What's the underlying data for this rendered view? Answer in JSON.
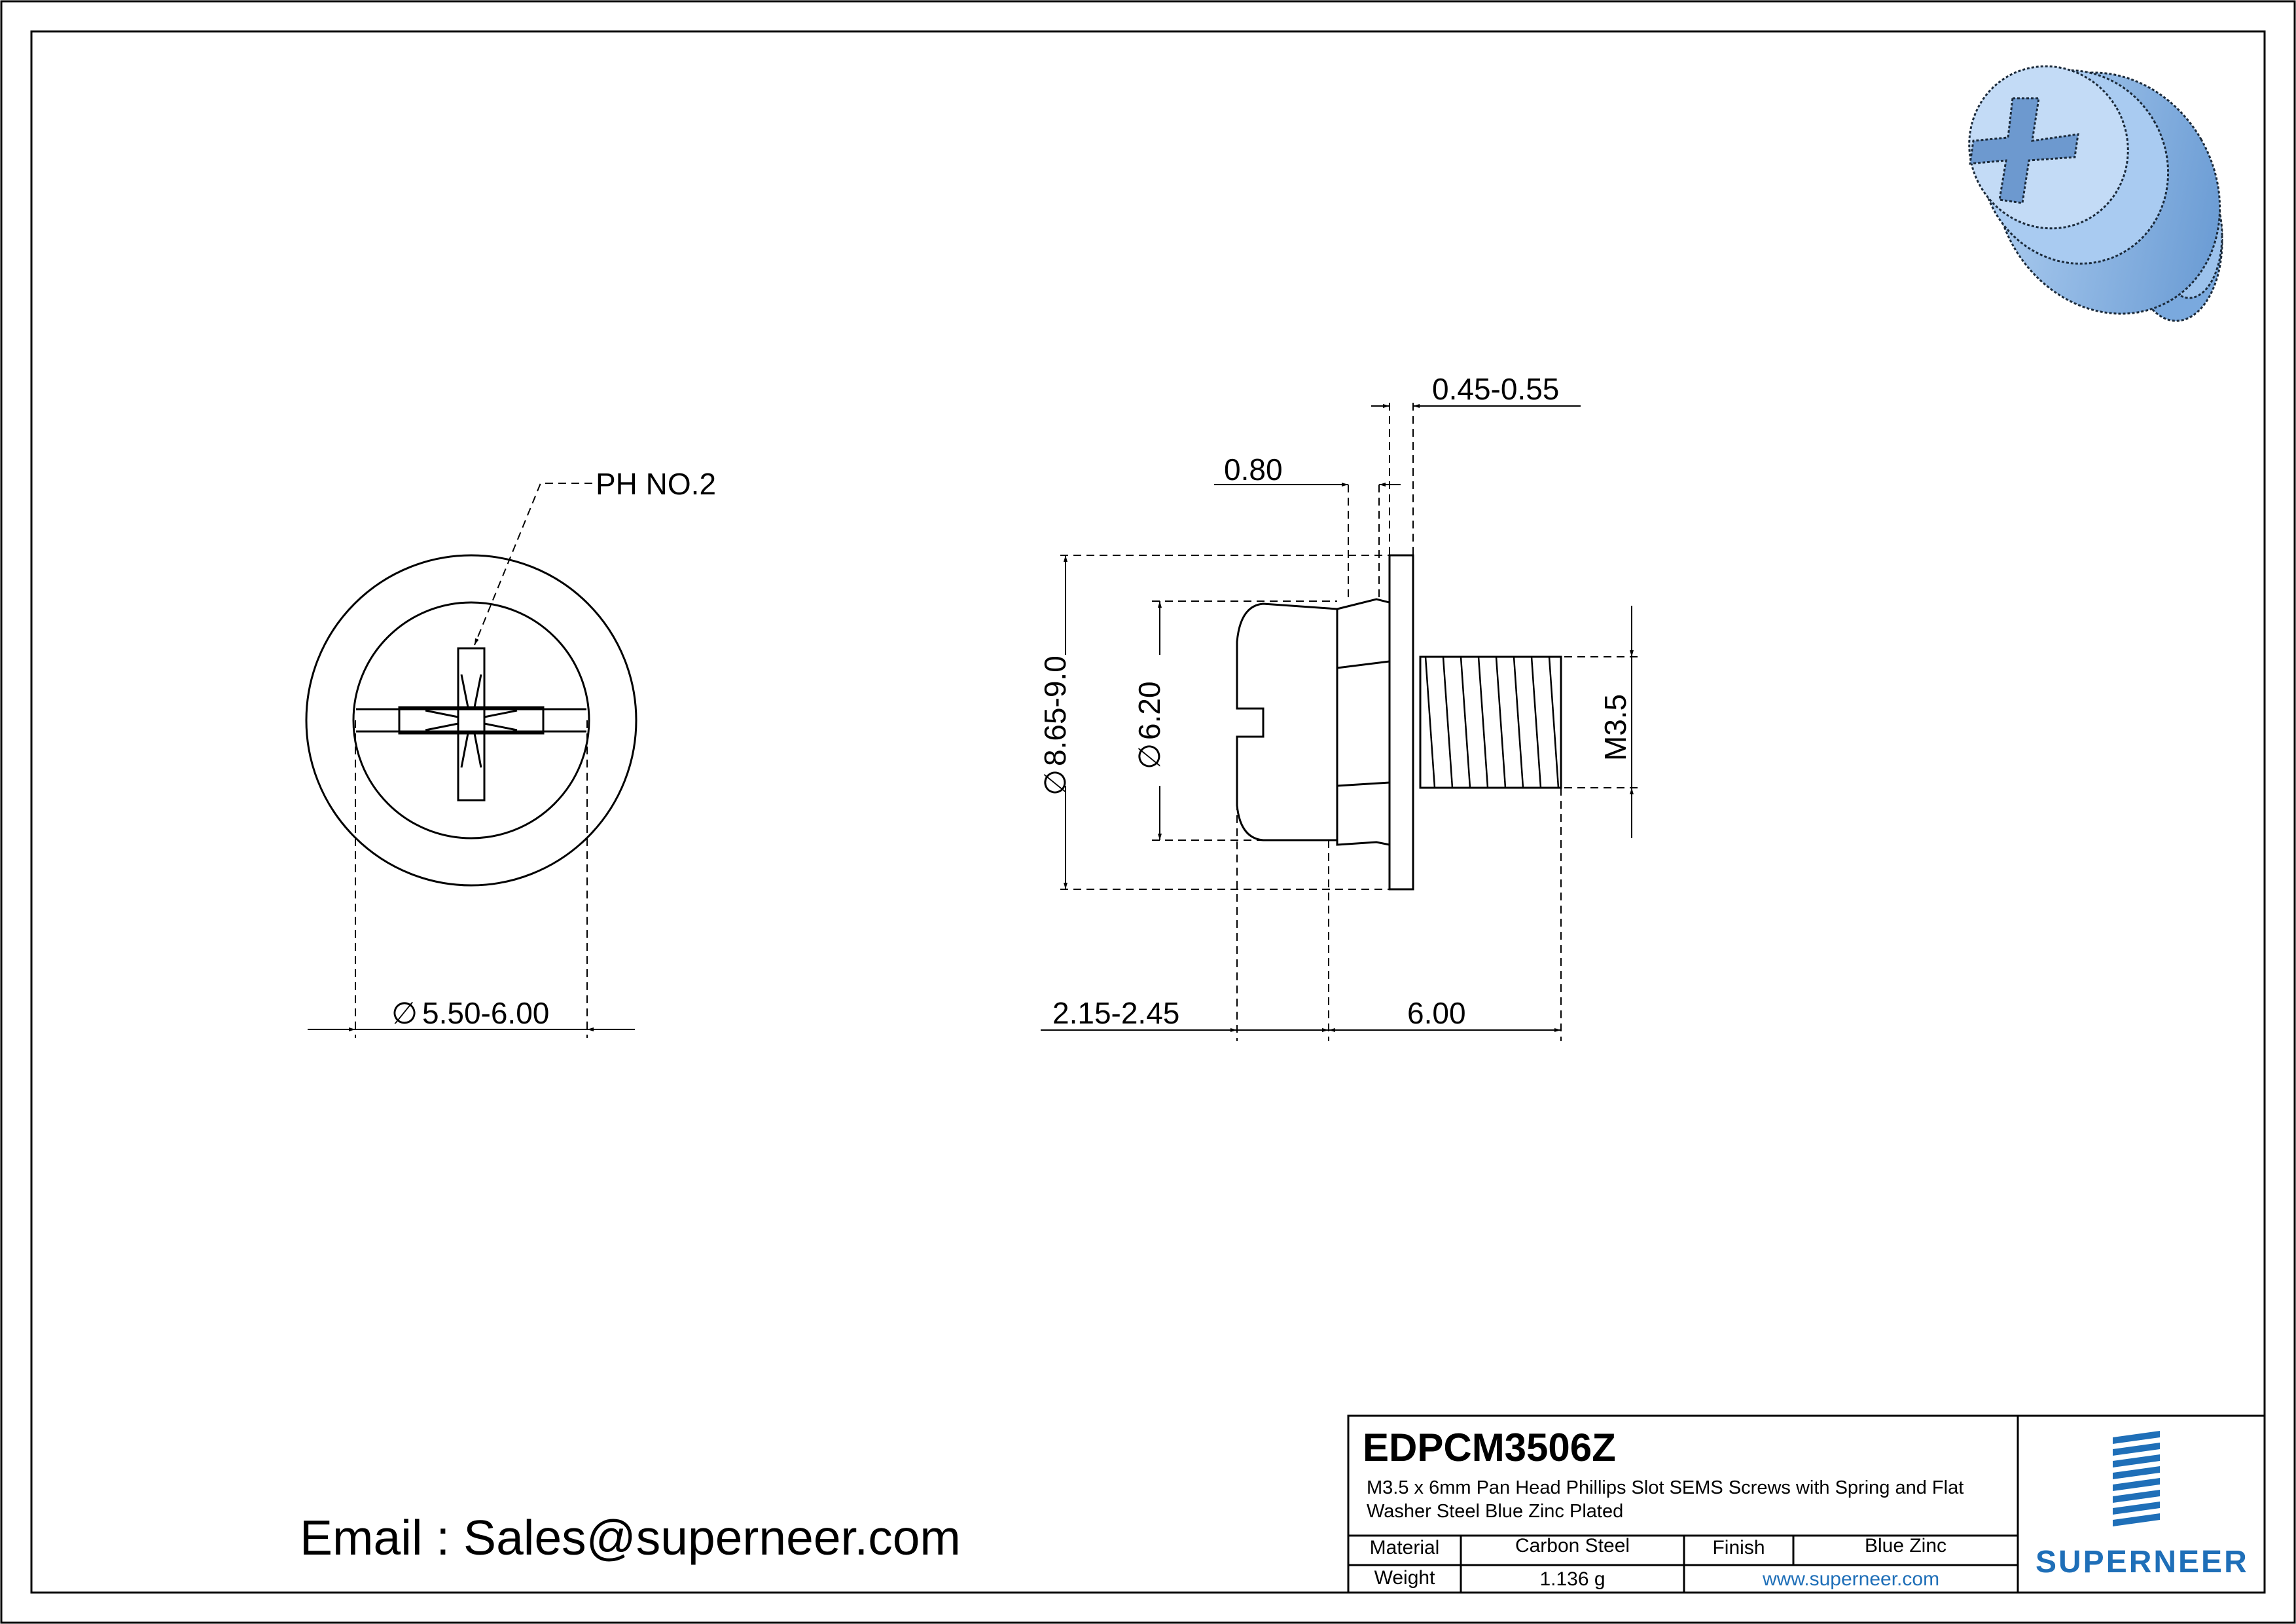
{
  "callouts": {
    "phillips": "PH NO.2",
    "head_dia": "5.50-6.00",
    "washer_od": "8.65-9.0",
    "head_od": "6.20",
    "thread": "M3.5",
    "spring_thk": "0.80",
    "flat_thk": "0.45-0.55",
    "head_height": "2.15-2.45",
    "length": "6.00"
  },
  "contact": {
    "email": "Email : Sales@superneer.com"
  },
  "title_block": {
    "part_number": "EDPCM3506Z",
    "description": "M3.5 x 6mm Pan Head Phillips Slot SEMS Screws with Spring and Flat Washer Steel Blue Zinc Plated",
    "material_label": "Material",
    "material_value": "Carbon Steel",
    "finish_label": "Finish",
    "finish_value": "Blue Zinc",
    "weight_label": "Weight",
    "weight_value": "1.136 g",
    "website": "www.superneer.com",
    "brand": "SUPERNEER"
  },
  "colors": {
    "line": "#000000",
    "brand_blue": "#1f6fb8",
    "render_blue": "#8fb8e6"
  },
  "icons": {
    "logo": "stacked-diagonal-stripes-logo",
    "render": "screw-3d-render"
  }
}
